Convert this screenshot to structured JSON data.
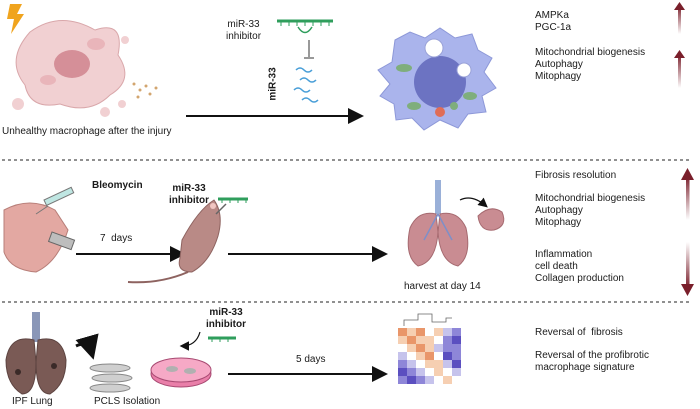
{
  "panel1": {
    "caption": "Unhealthy macrophage after the injury",
    "treatment": [
      "miR-33",
      "inhibitor"
    ],
    "target": "miR-33",
    "up_group1": [
      "AMPKa",
      "PGC-1a"
    ],
    "up_group2": [
      "Mitochondrial biogenesis",
      "Autophagy",
      "Mitophagy"
    ]
  },
  "panel2": {
    "drug": "Bleomycin",
    "interval": "7  days",
    "treatment": [
      "miR-33",
      "inhibitor"
    ],
    "harvest": "harvest at day 14",
    "up_group1": [
      "Fibrosis resolution"
    ],
    "up_group2": [
      "Mitochondrial biogenesis",
      "Autophagy",
      "Mitophagy"
    ],
    "down_group": [
      "Inflammation",
      "cell death",
      "Collagen production"
    ]
  },
  "panel3": {
    "tissue": "IPF Lung",
    "method": "PCLS Isolation",
    "treatment": [
      "miR-33",
      "inhibitor"
    ],
    "interval": "5 days",
    "outcome1": "Reversal of  fibrosis",
    "outcome2": [
      "Reversal of the profibrotic",
      "macrophage signature"
    ]
  },
  "colors": {
    "arrow": "#7a1f2b",
    "macrophage": "#aab4ec",
    "lung": "#c98c92"
  }
}
